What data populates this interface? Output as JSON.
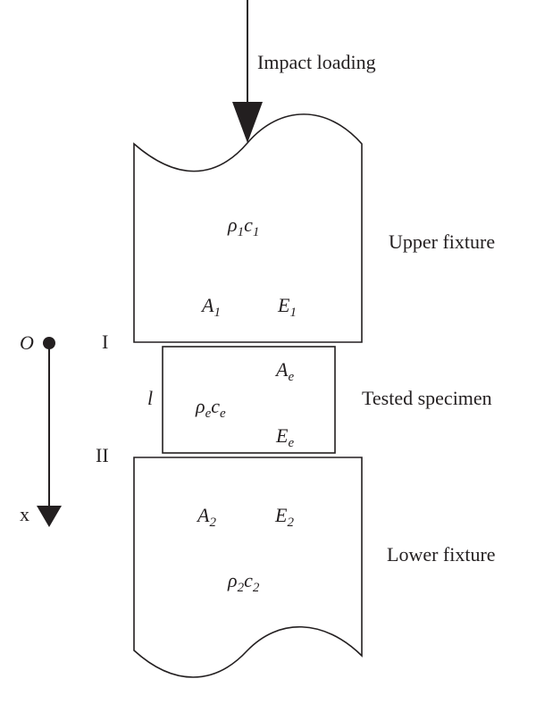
{
  "labels": {
    "impact_loading": "Impact loading",
    "upper_fixture": "Upper fixture",
    "tested_specimen": "Tested specimen",
    "lower_fixture": "Lower fixture",
    "section_1": "I",
    "section_2": "II",
    "origin": "O",
    "x_axis": "x",
    "length": "l"
  },
  "symbols": {
    "upper": {
      "rho": "ρ",
      "rho_sub": "1",
      "c": "c",
      "c_sub": "1",
      "A": "A",
      "A_sub": "1",
      "E": "E",
      "E_sub": "1"
    },
    "specimen": {
      "rho": "ρ",
      "rho_sub": "e",
      "c": "c",
      "c_sub": "e",
      "A": "A",
      "A_sub": "e",
      "E": "E",
      "E_sub": "e"
    },
    "lower": {
      "rho": "ρ",
      "rho_sub": "2",
      "c": "c",
      "c_sub": "2",
      "A": "A",
      "A_sub": "2",
      "E": "E",
      "E_sub": "2"
    }
  }
}
